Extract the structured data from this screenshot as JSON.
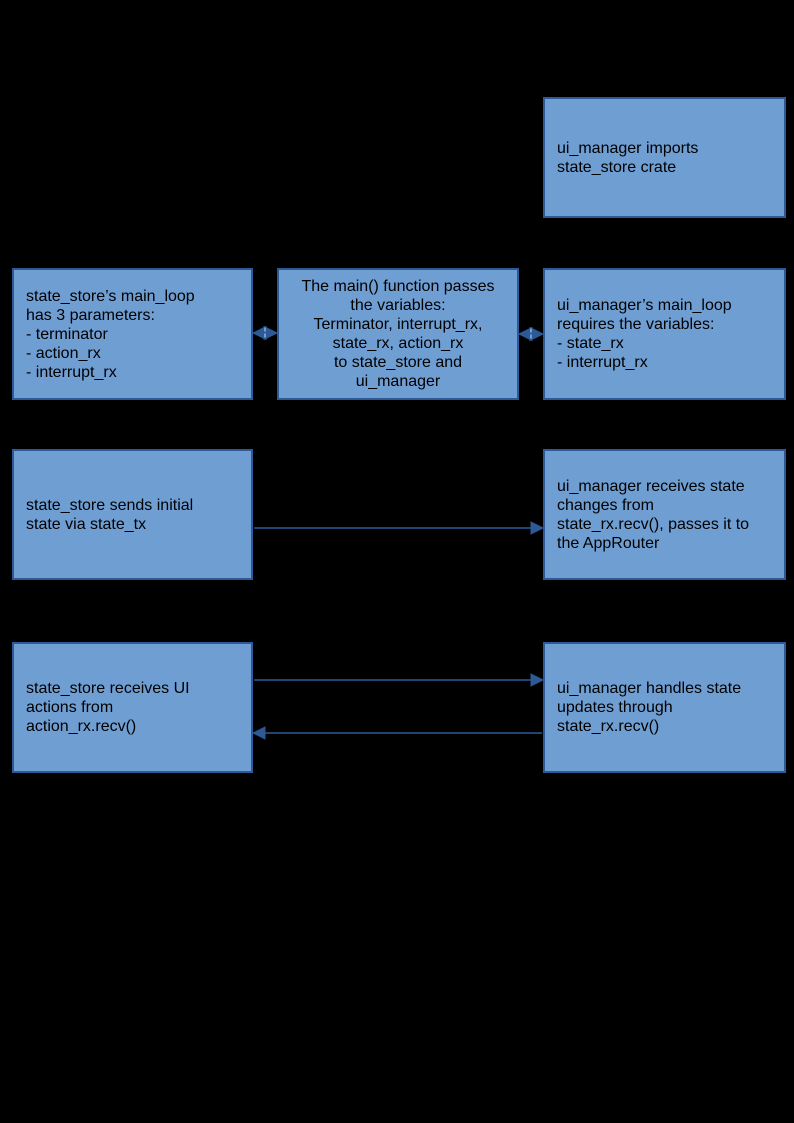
{
  "colors": {
    "background": "#000000",
    "node_fill": "#6f9ed3",
    "node_border": "#2d5a96",
    "connector": "#2d5a96",
    "text": "#000000"
  },
  "nodes": {
    "ui_manager_imports": {
      "text": "ui_manager imports\nstate_store crate"
    },
    "state_store_params": {
      "text": "state_store’s main_loop\nhas 3 parameters:\n- terminator\n- action_rx\n- interrupt_rx"
    },
    "main_passes_variables": {
      "text": "The main() function passes\nthe variables:\nTerminator, interrupt_rx,\nstate_rx, action_rx\nto state_store and\nui_manager"
    },
    "ui_manager_requires": {
      "text": "ui_manager’s main_loop\nrequires the variables:\n- state_rx\n- interrupt_rx"
    },
    "state_store_sends_initial": {
      "text": "state_store sends initial\nstate via state_tx"
    },
    "ui_manager_receives_state": {
      "text": "ui_manager receives state\nchanges from\nstate_rx.recv(), passes it to\nthe AppRouter"
    },
    "state_store_receives_actions": {
      "text": "state_store receives UI\nactions from\naction_rx.recv()"
    },
    "ui_manager_handles_updates": {
      "text": "ui_manager handles state\nupdates through\nstate_rx.recv()"
    }
  },
  "connectors": {
    "params_to_main": {
      "type": "double-arrow",
      "from": "state_store_params",
      "to": "main_passes_variables"
    },
    "main_to_requires": {
      "type": "double-arrow",
      "from": "main_passes_variables",
      "to": "ui_manager_requires"
    },
    "initial_state": {
      "type": "arrow-right",
      "from": "state_store_sends_initial",
      "to": "ui_manager_receives_state"
    },
    "ui_actions": {
      "type": "arrow-right",
      "from": "state_store_receives_actions",
      "to": "ui_manager_handles_updates"
    },
    "state_updates": {
      "type": "arrow-left",
      "from": "ui_manager_handles_updates",
      "to": "state_store_receives_actions"
    }
  }
}
